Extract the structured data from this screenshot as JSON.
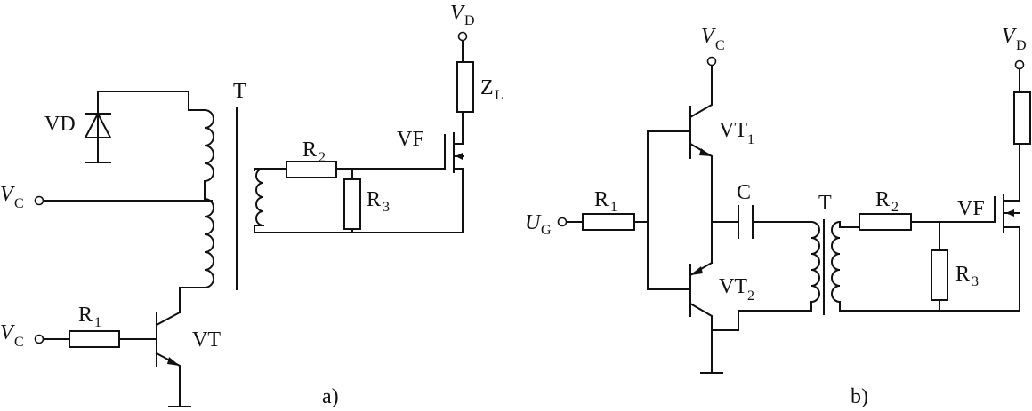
{
  "diagram_a": {
    "caption": "a)",
    "transformer": "T",
    "diode": "VD",
    "supply_left_top": {
      "base": "V",
      "sub": "C"
    },
    "supply_left_bottom": {
      "base": "V",
      "sub": "C"
    },
    "supply_drain": {
      "base": "V",
      "sub": "D"
    },
    "load": {
      "base": "Z",
      "sub": "L"
    },
    "r1": {
      "base": "R",
      "sub": "1"
    },
    "r2": {
      "base": "R",
      "sub": "2"
    },
    "r3": {
      "base": "R",
      "sub": "3"
    },
    "transistor": "VT",
    "mosfet": "VF"
  },
  "diagram_b": {
    "caption": "b)",
    "transformer": "T",
    "capacitor": "C",
    "input": {
      "base": "U",
      "sub": "G"
    },
    "supply_collector": {
      "base": "V",
      "sub": "C"
    },
    "supply_drain": {
      "base": "V",
      "sub": "D"
    },
    "r1": {
      "base": "R",
      "sub": "1"
    },
    "r2": {
      "base": "R",
      "sub": "2"
    },
    "r3": {
      "base": "R",
      "sub": "3"
    },
    "vt1": {
      "base": "VT",
      "sub": "1"
    },
    "vt2": {
      "base": "VT",
      "sub": "2"
    },
    "mosfet": "VF"
  }
}
